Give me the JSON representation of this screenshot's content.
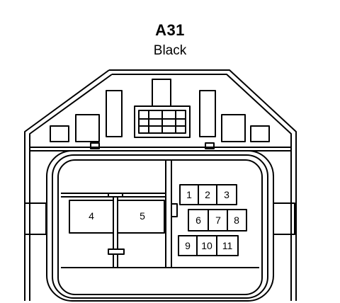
{
  "connector": {
    "id": "A31",
    "color": "Black"
  },
  "cavities": {
    "large": [
      "4",
      "5"
    ],
    "row1": [
      "1",
      "2",
      "3"
    ],
    "row2": [
      "6",
      "7",
      "8"
    ],
    "row3": [
      "9",
      "10",
      "11"
    ]
  }
}
